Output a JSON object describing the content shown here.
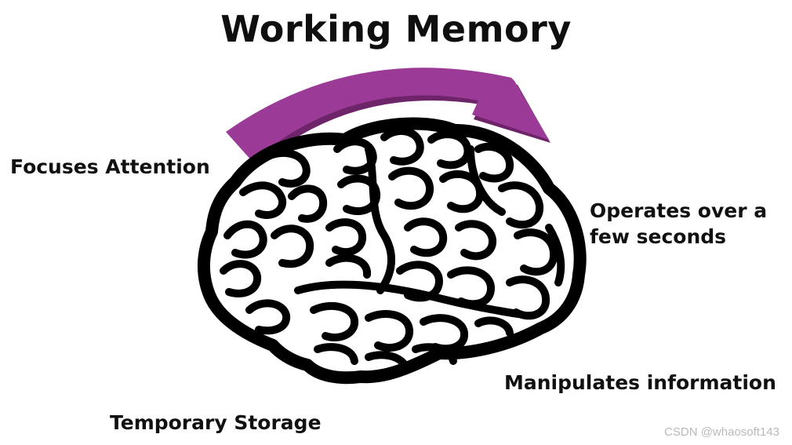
{
  "title": "Working Memory",
  "labels": {
    "focuses_attention": "Focuses Attention",
    "operates_line1": "Operates over a",
    "operates_line2": "few seconds",
    "manipulates": "Manipulates information",
    "temporary_storage": "Temporary Storage"
  },
  "watermark": "CSDN @whaosoft143",
  "colors": {
    "arrow": "#9b3b97",
    "arrow_shadow": "#6d2469",
    "brain_outline": "#000000",
    "brain_fill": "#ffffff"
  },
  "icons": {
    "brain": "brain-icon",
    "arrow": "curved-arrow-icon"
  }
}
